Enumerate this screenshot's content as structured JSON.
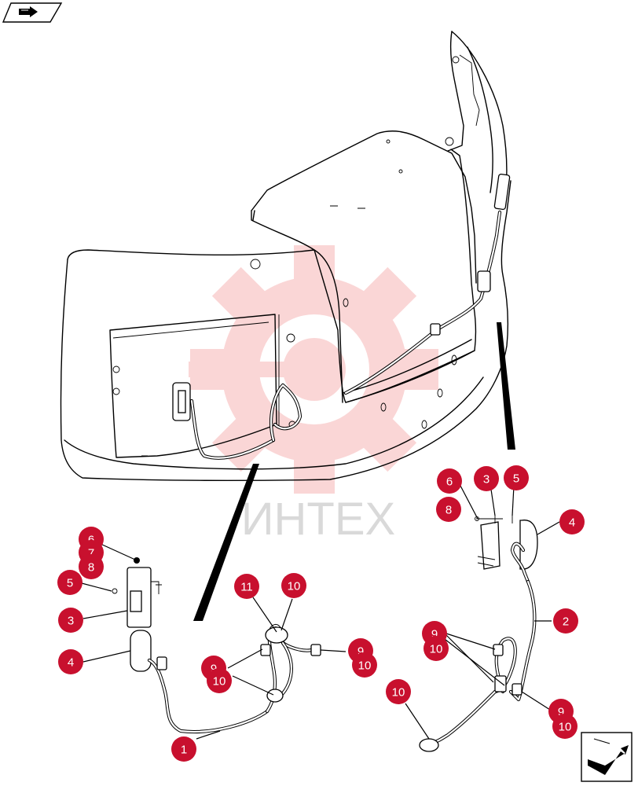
{
  "watermark": {
    "text": "ИНТЕХ",
    "color": "#f07070"
  },
  "callout_color": "#c8102e",
  "nav_icons": {
    "top_left": "back-arrow-icon",
    "bottom_right": "next-page-arrow-icon"
  },
  "callouts": [
    {
      "label": "1"
    },
    {
      "label": "2"
    },
    {
      "label": "3"
    },
    {
      "label": "4"
    },
    {
      "label": "5"
    },
    {
      "label": "6"
    },
    {
      "label": "7"
    },
    {
      "label": "8"
    },
    {
      "label": "3"
    },
    {
      "label": "4"
    },
    {
      "label": "5"
    },
    {
      "label": "6"
    },
    {
      "label": "8"
    },
    {
      "label": "9"
    },
    {
      "label": "9"
    },
    {
      "label": "9"
    },
    {
      "label": "9"
    },
    {
      "label": "10"
    },
    {
      "label": "10"
    },
    {
      "label": "10"
    },
    {
      "label": "10"
    },
    {
      "label": "10"
    },
    {
      "label": "10"
    },
    {
      "label": "10"
    },
    {
      "label": "11"
    }
  ]
}
